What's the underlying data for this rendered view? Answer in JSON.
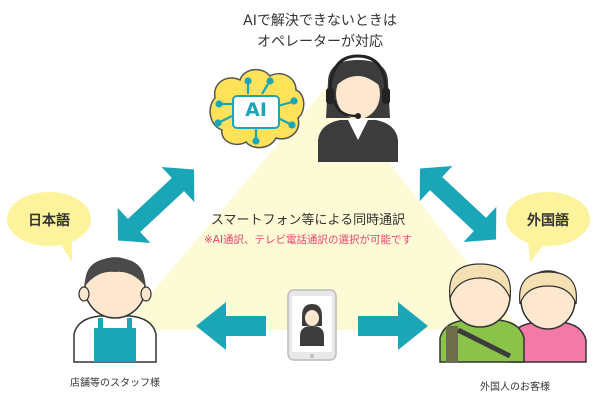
{
  "header": {
    "line1": "AIで解決できないときは",
    "line2": "オペレーターが対応"
  },
  "ai_chip": {
    "label": "AI"
  },
  "center": {
    "title": "スマートフォン等による同時通訳",
    "note": "※AI通訳、テレビ電話通訳の選択が可能です"
  },
  "bubbles": {
    "left": "日本語",
    "right": "外国語"
  },
  "captions": {
    "staff": "店舗等のスタッフ様",
    "customer": "外国人のお客様"
  },
  "colors": {
    "arrow": "#1ba6b8",
    "triangle": "#fdfbd6",
    "bubble": "#fdf39c",
    "ai_chip": "#ffe25a",
    "note": "#e9456e",
    "skin": "#fde7cf",
    "hair_dark": "#3c3c3c",
    "apron": "#1ba6b8",
    "customer_shirt_left": "#8bc34a",
    "customer_shirt_right": "#f37aa6"
  }
}
